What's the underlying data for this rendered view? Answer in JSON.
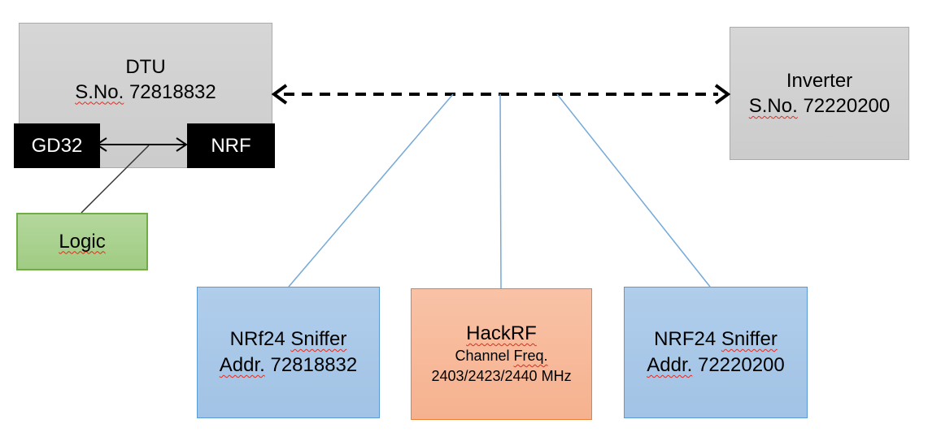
{
  "dtu": {
    "title": "DTU",
    "sno_label": "S.No.",
    "serial": "72818832",
    "gd32_chip": "GD32",
    "nrf_chip": "NRF"
  },
  "logic": {
    "label": "Logic"
  },
  "inverter": {
    "title": "Inverter",
    "sno_label": "S.No.",
    "serial": "72220200"
  },
  "sniffer_left": {
    "device": "NRf24",
    "role": "Sniffer",
    "addr_label": "Addr.",
    "address": "72818832"
  },
  "hackrf": {
    "title": "HackRF",
    "channel_label": "Channel",
    "freq_label": "Freq.",
    "frequencies": "2403/2423/2440 MHz"
  },
  "sniffer_right": {
    "device": "NRF24",
    "role": "Sniffer",
    "addr_label": "Addr.",
    "address": "72220200"
  },
  "colors": {
    "gray_fill": "#cfcfcf",
    "gray_border": "#ababab",
    "chip_fill": "#000000",
    "green_fill": "#a9d18e",
    "green_border": "#70ad47",
    "blue_fill": "#a9c7e8",
    "blue_border": "#5b9bd5",
    "orange_fill": "#f8ba9e",
    "orange_border": "#ed7d31",
    "connector_blue": "#74a9d8",
    "arrow_black": "#000000",
    "squiggle_red": "#e32b1e",
    "background": "#ffffff"
  }
}
